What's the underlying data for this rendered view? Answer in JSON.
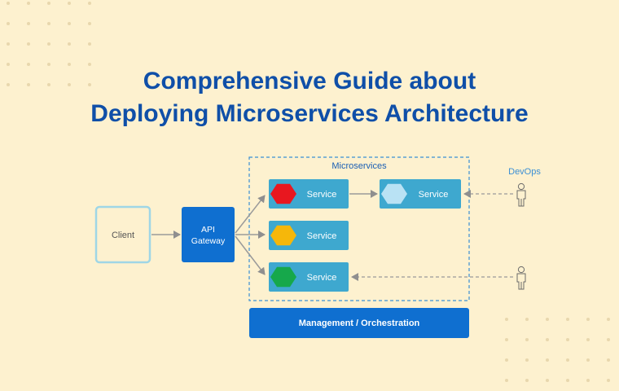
{
  "title": {
    "line1": "Comprehensive Guide about",
    "line2": "Deploying Microservices Architecture"
  },
  "diagram": {
    "client_label": "Client",
    "gateway_label_line1": "API",
    "gateway_label_line2": "Gateway",
    "group_label": "Microservices",
    "devops_label": "DevOps",
    "services": [
      {
        "label": "Service",
        "icon": "hexagon-icon",
        "color": "#e8171f"
      },
      {
        "label": "Service",
        "icon": "hexagon-icon",
        "color": "#b9e2f4"
      },
      {
        "label": "Service",
        "icon": "hexagon-icon",
        "color": "#f6b70a"
      },
      {
        "label": "Service",
        "icon": "hexagon-icon",
        "color": "#16a84b"
      }
    ],
    "management_label": "Management / Orchestration",
    "colors": {
      "brand_blue": "#0f6fd0",
      "service_blue": "#3ea8cf",
      "client_border": "#9fd6e6",
      "arrow": "#9a9a9a"
    },
    "icons": [
      "person-icon",
      "person-icon"
    ]
  }
}
